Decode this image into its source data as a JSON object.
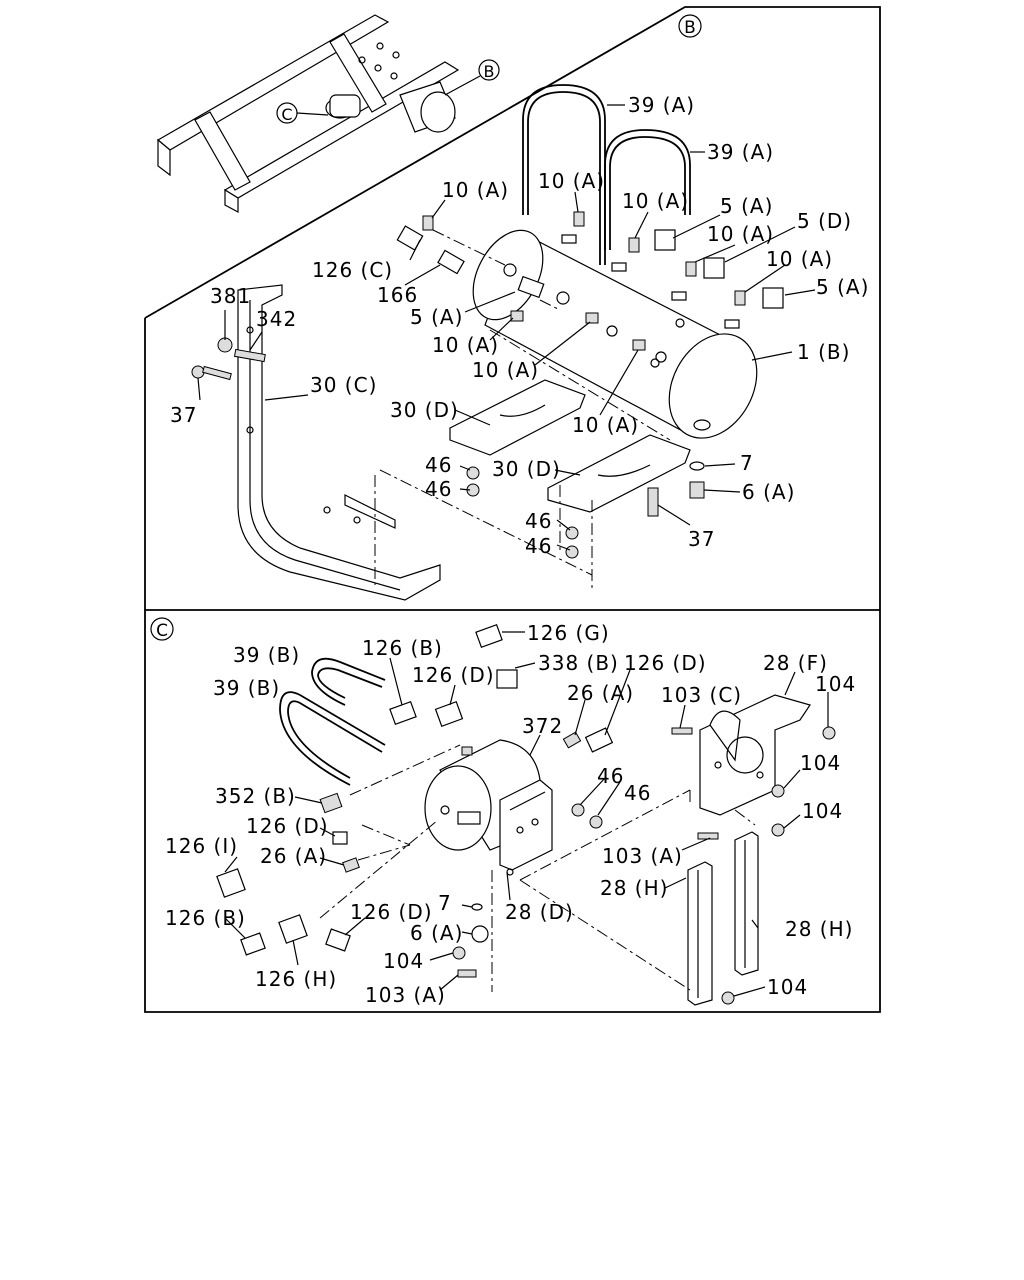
{
  "panel_b": {
    "marker": "B",
    "overview_markers": {
      "b": "B",
      "c": "C"
    },
    "labels": {
      "l39a_1": "39 (A)",
      "l39a_2": "39 (A)",
      "l10a_1": "10 (A)",
      "l10a_2": "10 (A)",
      "l10a_3": "10 (A)",
      "l10a_4": "10 (A)",
      "l10a_5": "10 (A)",
      "l10a_6": "10 (A)",
      "l10a_7": "10 (A)",
      "l10a_8": "10 (A)",
      "l5a_1": "5 (A)",
      "l5a_2": "5 (A)",
      "l5a_3": "5 (A)",
      "l5d": "5 (D)",
      "l126c": "126 (C)",
      "l166": "166",
      "l381": "381",
      "l342": "342",
      "l37_1": "37",
      "l37_2": "37",
      "l30c": "30 (C)",
      "l30d_1": "30 (D)",
      "l30d_2": "30 (D)",
      "l1b": "1 (B)",
      "l46_1": "46",
      "l46_2": "46",
      "l46_3": "46",
      "l46_4": "46",
      "l7": "7",
      "l6a": "6 (A)"
    }
  },
  "panel_c": {
    "marker": "C",
    "labels": {
      "l39b_1": "39 (B)",
      "l39b_2": "39 (B)",
      "l126b_1": "126 (B)",
      "l126d_1": "126 (D)",
      "l126g": "126 (G)",
      "l338b": "338 (B)",
      "l126d_2": "126 (D)",
      "l28f": "28 (F)",
      "l104_1": "104",
      "l26a_1": "26 (A)",
      "l103c": "103 (C)",
      "l372": "372",
      "l104_2": "104",
      "l46_1": "46",
      "l46_2": "46",
      "l104_3": "104",
      "l352b": "352 (B)",
      "l126d_3": "126 (D)",
      "l26a_2": "26 (A)",
      "l126i": "126 (I)",
      "l103a_1": "103 (A)",
      "l28h_1": "28 (H)",
      "l7": "7",
      "l28d": "28 (D)",
      "l126b_2": "126 (B)",
      "l126d_4": "126 (D)",
      "l6a": "6 (A)",
      "l28h_2": "28 (H)",
      "l126h": "126 (H)",
      "l104_4": "104",
      "l104_5": "104",
      "l103a_2": "103 (A)"
    }
  }
}
